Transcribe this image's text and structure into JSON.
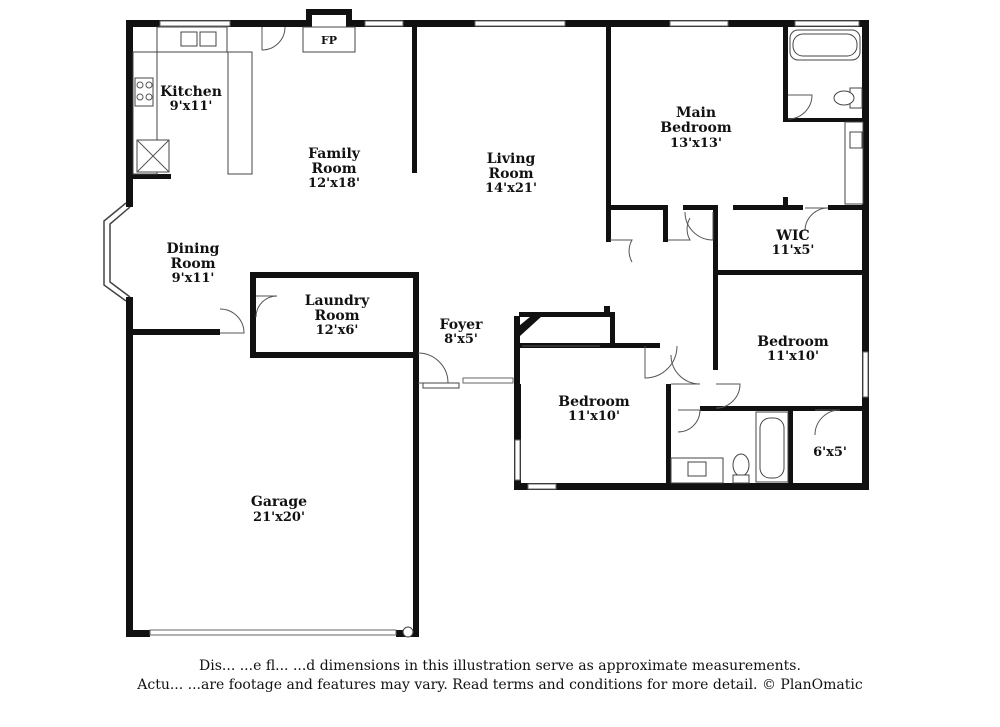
{
  "rooms": {
    "kitchen": {
      "name": [
        "Kitchen"
      ],
      "dim": "9'x11'"
    },
    "family": {
      "name": [
        "Family",
        "Room"
      ],
      "dim": "12'x18'"
    },
    "living": {
      "name": [
        "Living",
        "Room"
      ],
      "dim": "14'x21'"
    },
    "main_bedroom": {
      "name": [
        "Main",
        "Bedroom"
      ],
      "dim": "13'x13'"
    },
    "dining": {
      "name": [
        "Dining",
        "Room"
      ],
      "dim": "9'x11'"
    },
    "laundry": {
      "name": [
        "Laundry",
        "Room"
      ],
      "dim": "12'x6'"
    },
    "foyer": {
      "name": [
        "Foyer"
      ],
      "dim": "8'x5'"
    },
    "wic": {
      "name": [
        "WIC"
      ],
      "dim": "11'x5'"
    },
    "bedroom_right": {
      "name": [
        "Bedroom"
      ],
      "dim": "11'x10'"
    },
    "bedroom_center": {
      "name": [
        "Bedroom"
      ],
      "dim": "11'x10'"
    },
    "small_room": {
      "name": [],
      "dim": "6'x5'"
    },
    "garage": {
      "name": [
        "Garage"
      ],
      "dim": "21'x20'"
    }
  },
  "fireplace_label": "FP",
  "disclaimer": {
    "line1": "Dis... ...e fl... ...d dimensions in this illustration serve as approximate measurements.",
    "line2": "Actu... ...are footage and features may vary. Read terms and conditions for more detail. © PlanOmatic"
  }
}
